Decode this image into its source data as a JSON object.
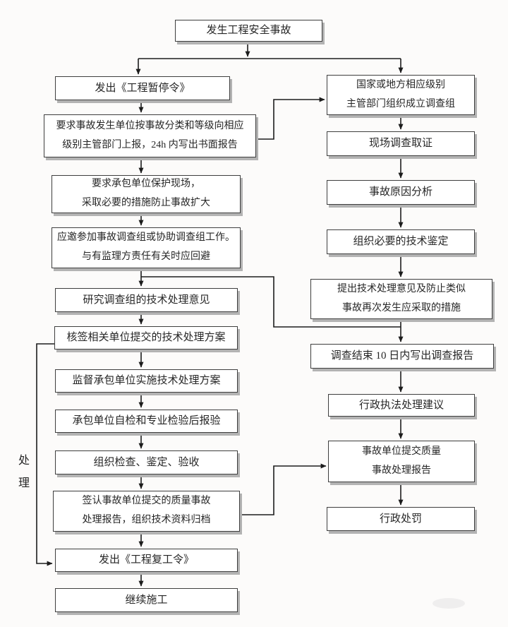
{
  "diagram": {
    "start": "发生工程安全事故",
    "side_label": "处\n理",
    "left_flow": [
      "发出《工程暂停令》",
      "要求事故发生单位按事故分类和等级向相应\n级别主管部门上报，24h 内写出书面报告",
      "要求承包单位保护现场，\n采取必要的措施防止事故扩大",
      "应邀参加事故调查组或协助调查组工作。\n与有监理方责任有关时应回避",
      "研究调查组的技术处理意见",
      "核签相关单位提交的技术处理方案",
      "监督承包单位实施技术处理方案",
      "承包单位自检和专业检验后报验",
      "组织检查、鉴定、验收",
      "签认事故单位提交的质量事故\n处理报告，组织技术资料归档",
      "发出《工程复工令》",
      "继续施工"
    ],
    "right_flow": [
      "国家或地方相应级别\n主管部门组织成立调查组",
      "现场调查取证",
      "事故原因分析",
      "组织必要的技术鉴定",
      "提出技术处理意见及防止类似\n事故再次发生应采取的措施",
      "调查结束 10 日内写出调查报告",
      "行政执法处理建议",
      "事故单位提交质量\n事故处理报告",
      "行政处罚"
    ],
    "colors": {
      "background": "#fcfbfa",
      "node_fill": "#ffffff",
      "node_border": "#3e3e3e",
      "node_shadow": "#b3b3b3",
      "line": "#1c1c1c",
      "text": "#262626"
    }
  }
}
